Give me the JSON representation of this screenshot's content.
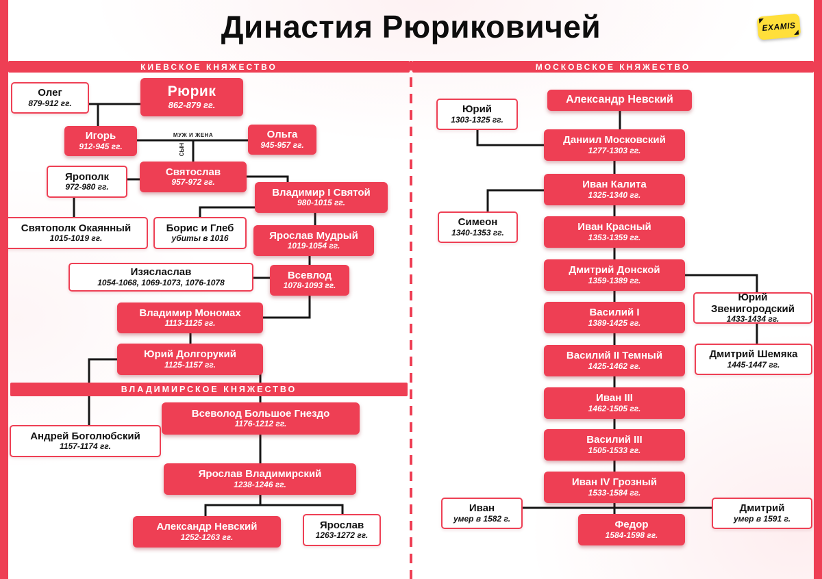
{
  "page": {
    "title": "Династия Рюриковичей",
    "logo": "EXAMIS"
  },
  "colors": {
    "accent": "#ee3f54",
    "line": "#161616",
    "logo_bg": "#ffdf3a"
  },
  "sections": {
    "kiev": "КИЕВСКОЕ КНЯЖЕСТВО",
    "moscow": "МОСКОВСКОЕ КНЯЖЕСТВО",
    "vladimir": "ВЛАДИМИРСКОЕ КНЯЖЕСТВО"
  },
  "edge_labels": {
    "spouse": "МУЖ И ЖЕНА",
    "son": "СЫН"
  },
  "nodes": {
    "oleg": {
      "name": "Олег",
      "dates": "879-912 гг."
    },
    "rurik": {
      "name": "Рюрик",
      "dates": "862-879 гг."
    },
    "igor": {
      "name": "Игорь",
      "dates": "912-945 гг."
    },
    "olga": {
      "name": "Ольга",
      "dates": "945-957 гг."
    },
    "svyatoslav": {
      "name": "Святослав",
      "dates": "957-972 гг."
    },
    "yaropolk": {
      "name": "Ярополк",
      "dates": "972-980 гг."
    },
    "vladimir1": {
      "name": "Владимир I Святой",
      "dates": "980-1015 гг."
    },
    "svyatopolk": {
      "name": "Святополк Окаянный",
      "dates": "1015-1019 гг."
    },
    "borisgleb": {
      "name": "Борис и Глеб",
      "dates": "убиты в 1016"
    },
    "yaroslav_mudry": {
      "name": "Ярослав Мудрый",
      "dates": "1019-1054 гг."
    },
    "izyaslav": {
      "name": "Изясласлав",
      "dates": "1054-1068,  1069-1073,  1076-1078"
    },
    "vsevolod": {
      "name": "Всевлод",
      "dates": "1078-1093 гг."
    },
    "monomakh": {
      "name": "Владимир Мономах",
      "dates": "1113-1125 гг."
    },
    "dolgoruky": {
      "name": "Юрий Долгорукий",
      "dates": "1125-1157 гг."
    },
    "vsevolod_bg": {
      "name": "Всеволод Большое Гнездо",
      "dates": "1176-1212 гг."
    },
    "bogolyubsky": {
      "name": "Андрей Боголюбский",
      "dates": "1157-1174 гг."
    },
    "yaroslav_vl": {
      "name": "Ярослав Владимирский",
      "dates": "1238-1246 гг."
    },
    "nevsky": {
      "name": "Александр Невский",
      "dates": "1252-1263 гг."
    },
    "yaroslav2": {
      "name": "Ярослав",
      "dates": "1263-1272 гг."
    },
    "nevsky_head": {
      "name": "Александр Невский"
    },
    "yury_m": {
      "name": "Юрий",
      "dates": "1303-1325 гг."
    },
    "daniil": {
      "name": "Даниил Московский",
      "dates": "1277-1303 гг."
    },
    "kalita": {
      "name": "Иван Калита",
      "dates": "1325-1340 гг."
    },
    "simeon": {
      "name": "Симеон",
      "dates": "1340-1353 гг."
    },
    "krasny": {
      "name": "Иван Красный",
      "dates": "1353-1359 гг."
    },
    "donskoy": {
      "name": "Дмитрий Донской",
      "dates": "1359-1389 гг."
    },
    "zvenigorodsky": {
      "name": "Юрий Звенигородский",
      "dates": "1433-1434 гг."
    },
    "vasily1": {
      "name": "Василий I",
      "dates": "1389-1425 гг."
    },
    "shemyaka": {
      "name": "Дмитрий Шемяка",
      "dates": "1445-1447 гг."
    },
    "vasily2": {
      "name": "Василий II Темный",
      "dates": "1425-1462 гг."
    },
    "ivan3": {
      "name": "Иван III",
      "dates": "1462-1505 гг."
    },
    "vasily3": {
      "name": "Василий III",
      "dates": "1505-1533 гг."
    },
    "ivan4": {
      "name": "Иван IV Грозный",
      "dates": "1533-1584 гг."
    },
    "ivan_son": {
      "name": "Иван",
      "dates": "умер в 1582 г."
    },
    "fedor": {
      "name": "Федор",
      "dates": "1584-1598 гг."
    },
    "dmitry": {
      "name": "Дмитрий",
      "dates": "умер в 1591 г."
    }
  }
}
